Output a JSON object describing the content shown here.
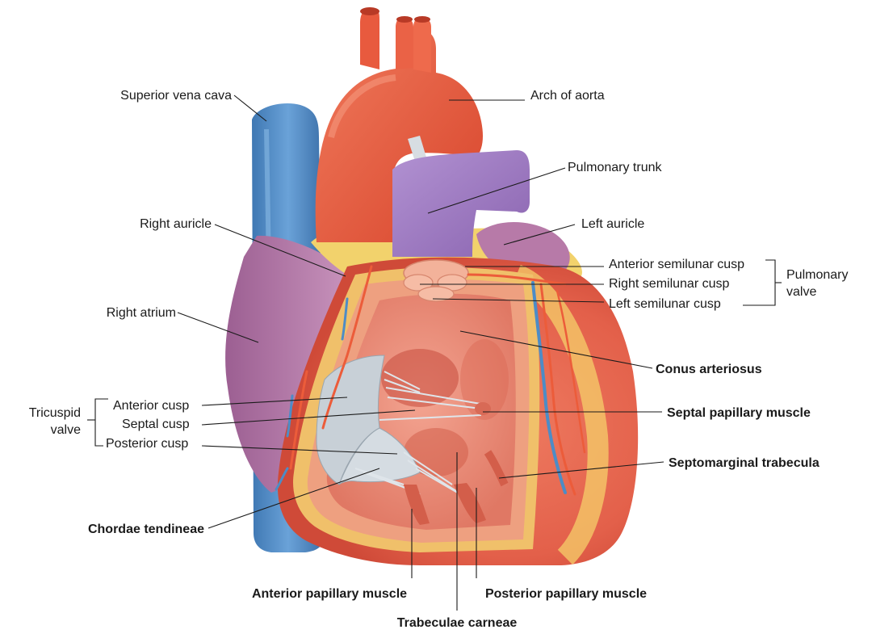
{
  "labels": {
    "superior_vena_cava": "Superior vena cava",
    "arch_of_aorta": "Arch of aorta",
    "pulmonary_trunk": "Pulmonary trunk",
    "right_auricle": "Right auricle",
    "left_auricle": "Left auricle",
    "anterior_semilunar_cusp": "Anterior semilunar cusp",
    "right_semilunar_cusp": "Right semilunar cusp",
    "left_semilunar_cusp": "Left semilunar cusp",
    "pulmonary_valve_line1": "Pulmonary",
    "pulmonary_valve_line2": "valve",
    "right_atrium": "Right atrium",
    "conus_arteriosus": "Conus arteriosus",
    "tricuspid_valve_line1": "Tricuspid",
    "tricuspid_valve_line2": "valve",
    "anterior_cusp": "Anterior cusp",
    "septal_cusp": "Septal cusp",
    "posterior_cusp": "Posterior cusp",
    "septal_papillary_muscle": "Septal papillary muscle",
    "septomarginal_trabecula": "Septomarginal trabecula",
    "chordae_tendineae": "Chordae tendineae",
    "anterior_papillary_muscle": "Anterior papillary muscle",
    "posterior_papillary_muscle": "Posterior papillary muscle",
    "trabeculae_carneae": "Trabeculae carneae"
  },
  "colors": {
    "vena_cava": "#4a86c0",
    "aorta": "#ec5a3e",
    "pulmonary": "#a07cc0",
    "atrium": "#b47aa8",
    "ventricle": "#e86a55",
    "fat": "#f3d675",
    "valve": "#c9d1d8"
  }
}
